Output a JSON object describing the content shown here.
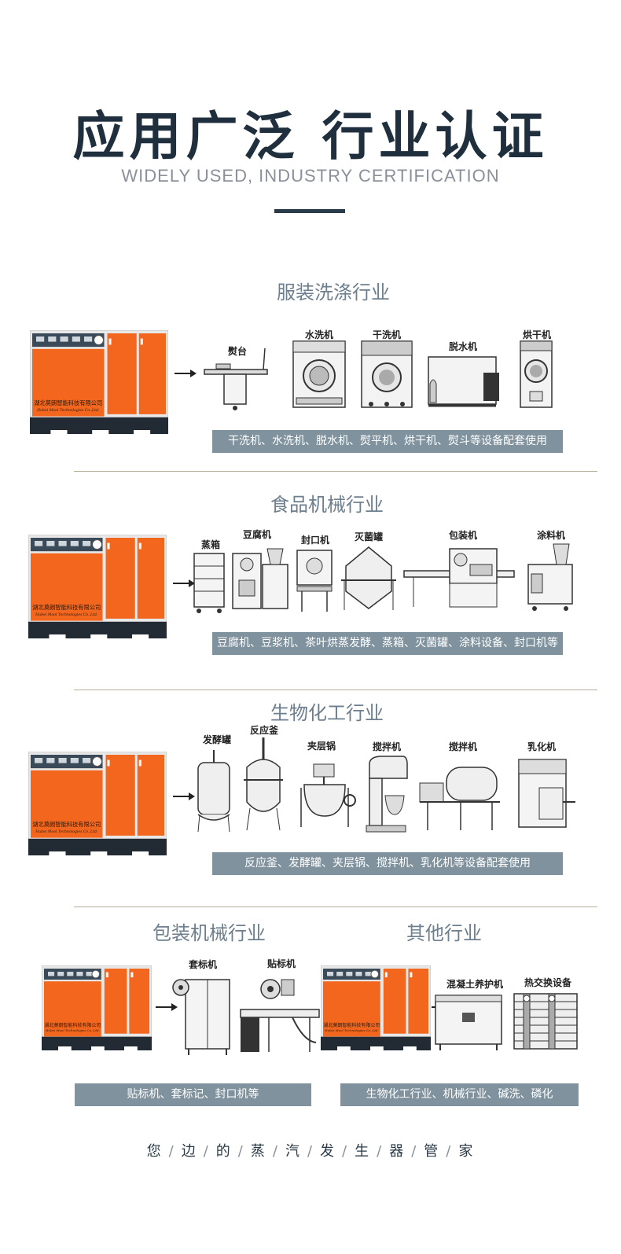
{
  "hero": {
    "title": "应用广泛 行业认证",
    "subtitle": "WIDELY USED, INDUSTRY CERTIFICATION"
  },
  "boiler": {
    "company_line1": "湖北莫朗智能科技有限公司",
    "company_line2": "Hubei Mool Technologies Co.,Ltd."
  },
  "sections": [
    {
      "title": "服装洗涤行业",
      "machines": [
        "熨台",
        "水洗机",
        "干洗机",
        "脱水机",
        "烘干机"
      ],
      "banner": "干洗机、水洗机、脱水机、熨平机、烘干机、熨斗等设备配套使用"
    },
    {
      "title": "食品机械行业",
      "machines": [
        "蒸箱",
        "豆腐机",
        "封口机",
        "灭菌罐",
        "包装机",
        "涂料机"
      ],
      "banner": "豆腐机、豆浆机、茶叶烘蒸发酵、蒸箱、灭菌罐、涂料设备、封口机等"
    },
    {
      "title": "生物化工行业",
      "machines": [
        "发酵罐",
        "反应釜",
        "夹层锅",
        "搅拌机",
        "搅拌机",
        "乳化机"
      ],
      "banner": "反应釜、发酵罐、夹层锅、搅拌机、乳化机等设备配套使用"
    },
    {
      "title": "包装机械行业",
      "machines": [
        "套标机",
        "贴标机"
      ],
      "banner": "贴标机、套标记、封口机等"
    },
    {
      "title": "其他行业",
      "machines": [
        "混凝土养护机",
        "热交换设备"
      ],
      "banner": "生物化工行业、机械行业、碱洗、磷化"
    }
  ],
  "footer": [
    "您",
    "边",
    "的",
    "蒸",
    "汽",
    "发",
    "生",
    "器",
    "管",
    "家"
  ],
  "colors": {
    "boiler_orange": "#f2661e",
    "banner_bg": "#7f929e",
    "title_dark": "#1f2f3d",
    "section_title": "#6d7f8e"
  }
}
